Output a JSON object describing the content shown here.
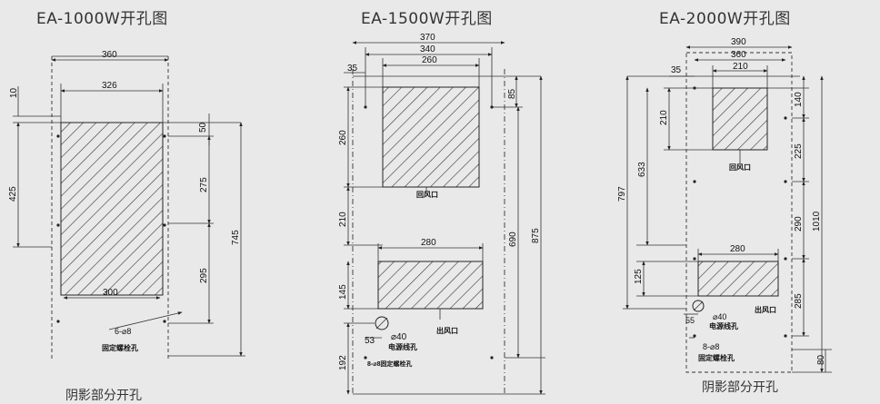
{
  "titles": {
    "t1000": "EA-1000W开孔图",
    "t1500": "EA-1500W开孔图",
    "t2000": "EA-2000W开孔图"
  },
  "footer": {
    "left": "阴影部分开孔",
    "right": "阴影部分开孔"
  },
  "ea1000": {
    "d360": "360",
    "d326": "326",
    "d300": "300",
    "d10": "10",
    "d425": "425",
    "d50": "50",
    "d275": "275",
    "d295": "295",
    "d745": "745",
    "hole": "6-⌀8",
    "hole_label": "固定螺栓孔"
  },
  "ea1500": {
    "d370": "370",
    "d340": "340",
    "d260w": "260",
    "d35": "35",
    "d85": "85",
    "d260h": "260",
    "d210": "210",
    "d145": "145",
    "d192": "192",
    "d280": "280",
    "d690": "690",
    "d875": "875",
    "d53": "53",
    "d40": "⌀40",
    "return_air": "回风口",
    "supply_air": "出风口",
    "cable_hole": "电源线孔",
    "bolt_hole": "8-⌀8固定螺栓孔"
  },
  "ea2000": {
    "d390": "390",
    "d360": "360",
    "d210w": "210",
    "d35": "35",
    "d140": "140",
    "d210h": "210",
    "d225": "225",
    "d633": "633",
    "d797": "797",
    "d290": "290",
    "d1010": "1010",
    "d280": "280",
    "d125": "125",
    "d285": "285",
    "d55": "55",
    "d40": "⌀40",
    "d80": "80",
    "return_air": "回风口",
    "supply_air": "出风口",
    "cable_hole": "电源线孔",
    "bolt_count": "8-⌀8",
    "bolt_hole": "固定螺栓孔"
  }
}
